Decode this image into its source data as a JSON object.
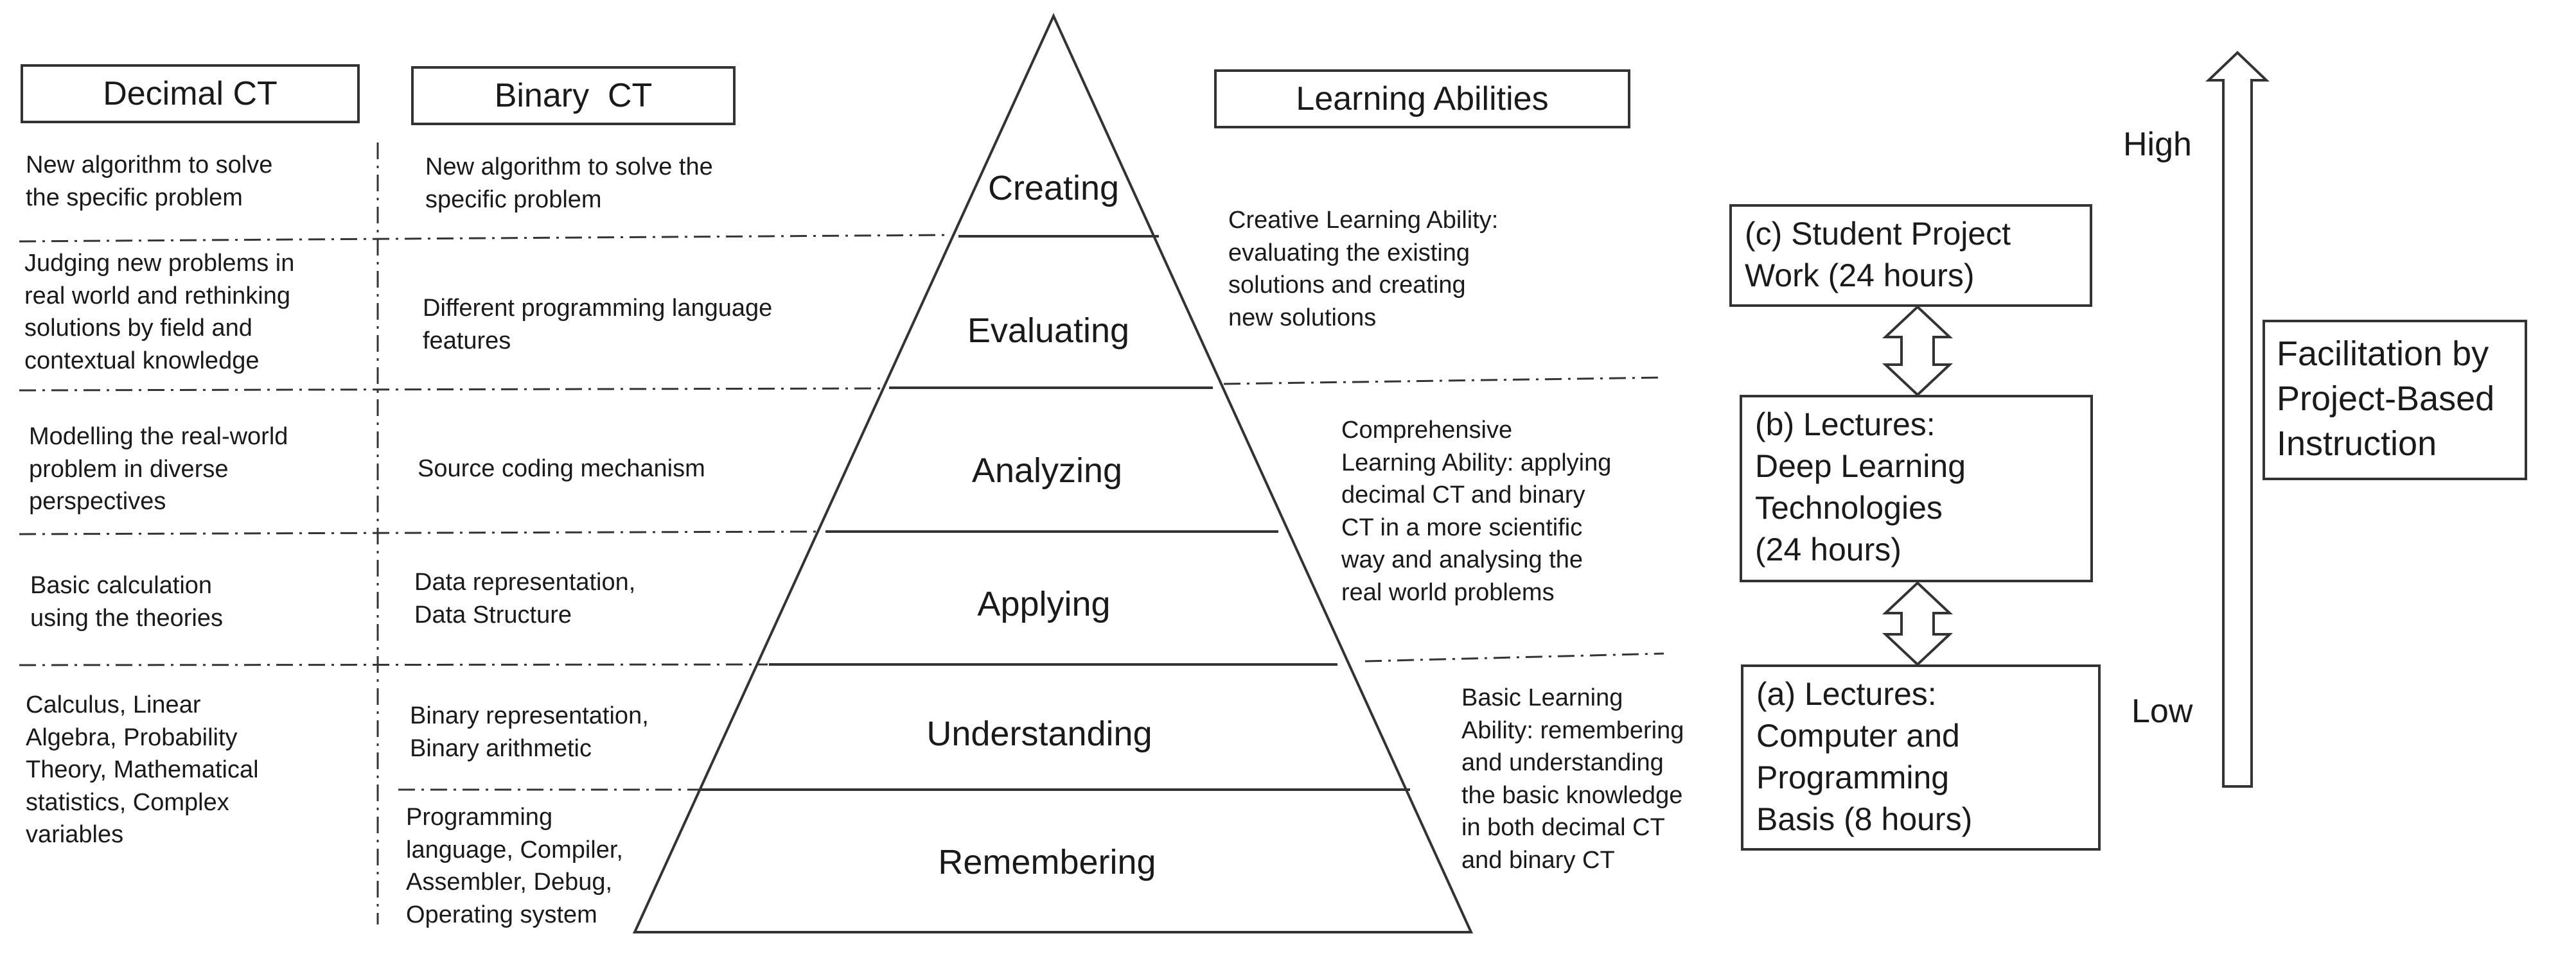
{
  "headers": {
    "decimal_ct": "Decimal CT",
    "binary_ct": "Binary  CT",
    "learning_abilities": "Learning Abilities"
  },
  "decimal_items": [
    "New algorithm to solve\nthe specific problem",
    "Judging new problems in\nreal world and rethinking\nsolutions by field and\ncontextual knowledge",
    "Modelling the real-world\nproblem in diverse\nperspectives",
    "Basic calculation\nusing the theories",
    "Calculus, Linear\nAlgebra, Probability\nTheory, Mathematical\nstatistics, Complex\nvariables"
  ],
  "binary_items": [
    "New algorithm to solve the\nspecific problem",
    "Different programming language\nfeatures",
    "Source coding mechanism",
    "Data representation,\nData Structure",
    "Binary representation,\nBinary arithmetic",
    "Programming\nlanguage, Compiler,\nAssembler, Debug,\nOperating system"
  ],
  "pyramid_levels": [
    "Creating",
    "Evaluating",
    "Analyzing",
    "Applying",
    "Understanding",
    "Remembering"
  ],
  "abilities": {
    "creative": "Creative Learning Ability:\nevaluating the existing\nsolutions and creating\nnew solutions",
    "comprehensive": "Comprehensive\nLearning Ability: applying\ndecimal CT and binary\nCT in a more scientific\nway and analysing the\nreal world problems",
    "basic": "Basic Learning\nAbility: remembering\nand understanding\nthe basic knowledge\nin both decimal CT\nand binary CT"
  },
  "instruction_boxes": {
    "c": "(c)   Student Project\n        Work (24 hours)",
    "b": "(b)   Lectures:\n        Deep Learning\n        Technologies\n              (24 hours)",
    "a": "(a)   Lectures:\n        Computer and\n        Programming\n        Basis (8 hours)"
  },
  "scale": {
    "high": "High",
    "low": "Low"
  },
  "facilitation": "Facilitation by\nProject-Based\nInstruction",
  "colors": {
    "line": "#333333",
    "text": "#1a1a1a"
  }
}
